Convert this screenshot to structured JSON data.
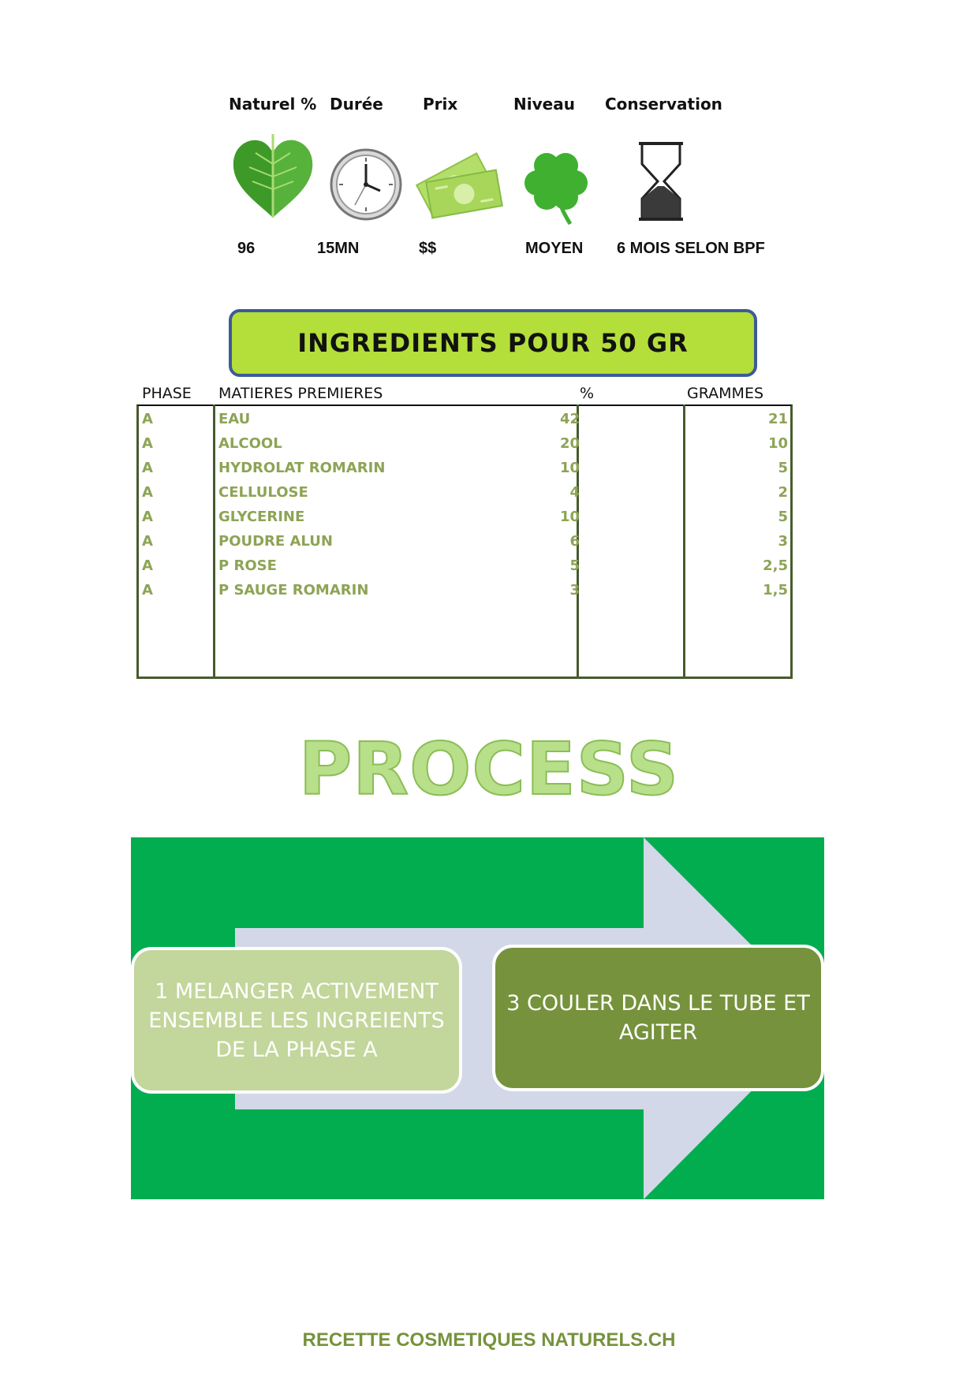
{
  "stats": [
    {
      "label": "Naturel %",
      "value": "96",
      "icon": "heart-leaf-icon"
    },
    {
      "label": "Durée",
      "value": "15MN",
      "icon": "clock-icon"
    },
    {
      "label": "Prix",
      "value": "$$",
      "icon": "money-icon"
    },
    {
      "label": "Niveau",
      "value": "MOYEN",
      "icon": "clover-icon"
    },
    {
      "label": "Conservation",
      "value": "6 MOIS SELON BPF",
      "icon": "hourglass-icon"
    }
  ],
  "banner": {
    "title": "INGREDIENTS POUR 50 GR"
  },
  "table": {
    "headers": {
      "phase": "PHASE",
      "name": "MATIERES PREMIERES",
      "pct": "%",
      "grams": "GRAMMES"
    },
    "rows": [
      {
        "phase": "A",
        "name": "EAU",
        "pct": "42",
        "grams": "21"
      },
      {
        "phase": "A",
        "name": "ALCOOL",
        "pct": "20",
        "grams": "10"
      },
      {
        "phase": "A",
        "name": "HYDROLAT ROMARIN",
        "pct": "10",
        "grams": "5"
      },
      {
        "phase": "A",
        "name": "CELLULOSE",
        "pct": "4",
        "grams": "2"
      },
      {
        "phase": "A",
        "name": "GLYCERINE",
        "pct": "10",
        "grams": "5"
      },
      {
        "phase": "A",
        "name": "POUDRE ALUN",
        "pct": "6",
        "grams": "3"
      },
      {
        "phase": "A",
        "name": "P ROSE",
        "pct": "5",
        "grams": "2,5"
      },
      {
        "phase": "A",
        "name": "P SAUGE ROMARIN",
        "pct": "3",
        "grams": "1,5"
      }
    ]
  },
  "process": {
    "title": "PROCESS",
    "steps": [
      "1 MELANGER ACTIVEMENT ENSEMBLE LES INGREIENTS DE LA PHASE A",
      "3 COULER DANS LE TUBE ET AGITER"
    ]
  },
  "footer": {
    "text": "RECETTE COSMETIQUES NATURELS.CH"
  },
  "colors": {
    "banner_fill": "#b4de3a",
    "banner_border": "#3d5a98",
    "table_text": "#8da455",
    "table_border": "#475b2c",
    "flow_background": "#02ad50",
    "arrow": "#d2d8e8",
    "step1": "#c3d69b",
    "step2": "#76923c",
    "footer": "#76923c"
  }
}
